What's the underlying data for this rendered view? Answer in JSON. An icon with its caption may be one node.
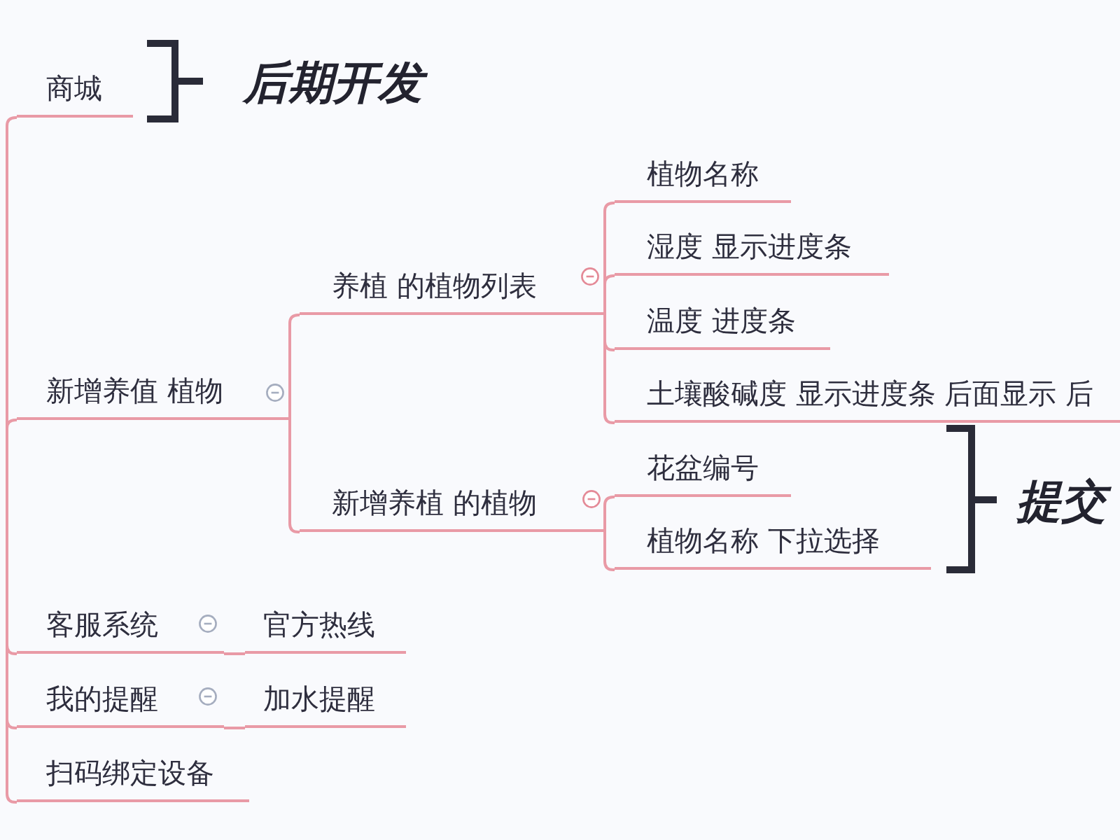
{
  "diagram": {
    "nodes": [
      {
        "text": [
          "商城"
        ]
      },
      {
        "text": [
          "新增养值 植物"
        ]
      },
      {
        "text": [
          "养植 的植物列表"
        ]
      },
      {
        "text": [
          "植物名称"
        ]
      },
      {
        "text": [
          "湿度 显示进度条"
        ]
      },
      {
        "text": [
          "温度 进度条"
        ]
      },
      {
        "text": [
          "土壤酸碱度 显示进度条 后面显示 后"
        ]
      },
      {
        "text": [
          "新增养植 的植物"
        ]
      },
      {
        "text": [
          "花盆编号"
        ]
      },
      {
        "text": [
          "植物名称 下拉选择"
        ]
      },
      {
        "text": [
          "客服系统"
        ]
      },
      {
        "text": [
          "官方热线"
        ]
      },
      {
        "text": [
          "我的提醒"
        ]
      },
      {
        "text": [
          "加水提醒"
        ]
      },
      {
        "text": [
          "扫码绑定设备"
        ]
      }
    ],
    "edges": [
      {
        "from": null,
        "to": 0,
        "arrow": "none"
      },
      {
        "from": null,
        "to": 1,
        "arrow": "none"
      },
      {
        "from": null,
        "to": 10,
        "arrow": "none"
      },
      {
        "from": null,
        "to": 12,
        "arrow": "none"
      },
      {
        "from": null,
        "to": 14,
        "arrow": "none"
      },
      {
        "from": 1,
        "to": 2,
        "arrow": "none"
      },
      {
        "from": 1,
        "to": 7,
        "arrow": "none"
      },
      {
        "from": 2,
        "to": 3,
        "arrow": "none"
      },
      {
        "from": 2,
        "to": 4,
        "arrow": "none"
      },
      {
        "from": 2,
        "to": 5,
        "arrow": "none"
      },
      {
        "from": 2,
        "to": 6,
        "arrow": "none"
      },
      {
        "from": 7,
        "to": 8,
        "arrow": "none"
      },
      {
        "from": 7,
        "to": 9,
        "arrow": "none"
      },
      {
        "from": 10,
        "to": 11,
        "arrow": "none"
      },
      {
        "from": 12,
        "to": 13,
        "arrow": "none"
      }
    ],
    "labels": [
      "后期开发",
      "提交"
    ]
  }
}
